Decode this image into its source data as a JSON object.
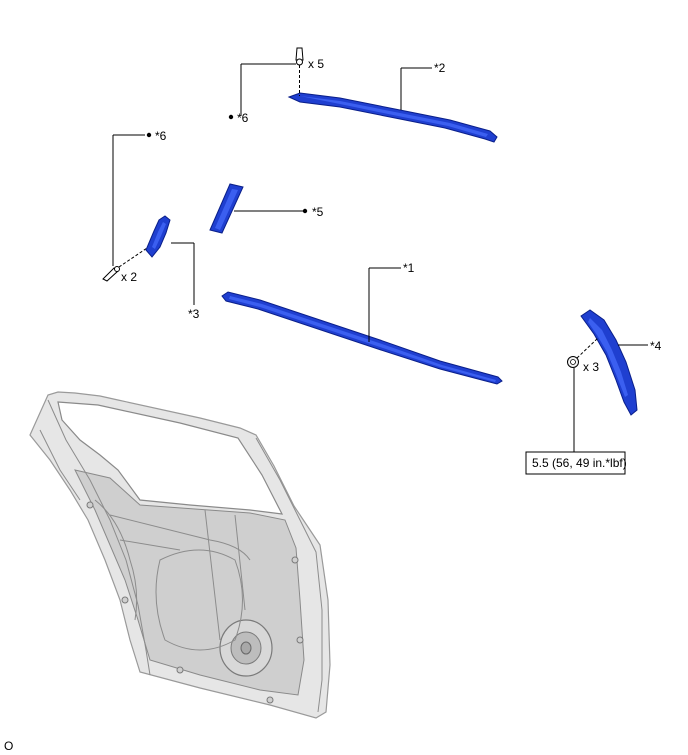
{
  "labels": {
    "p1": "*1",
    "p2": "*2",
    "p3": "*3",
    "p4": "*4",
    "p5": "*5",
    "p6a": "*6",
    "p6b": "*6"
  },
  "quantities": {
    "clips_top": "x 5",
    "clips_left": "x 2",
    "nuts_right": "x 3"
  },
  "torque": "5.5 (56, 49 in.*lbf)",
  "footer": "O",
  "colors": {
    "part_blue": "#1f3fd0",
    "door_grey": "#e6e6e6"
  }
}
